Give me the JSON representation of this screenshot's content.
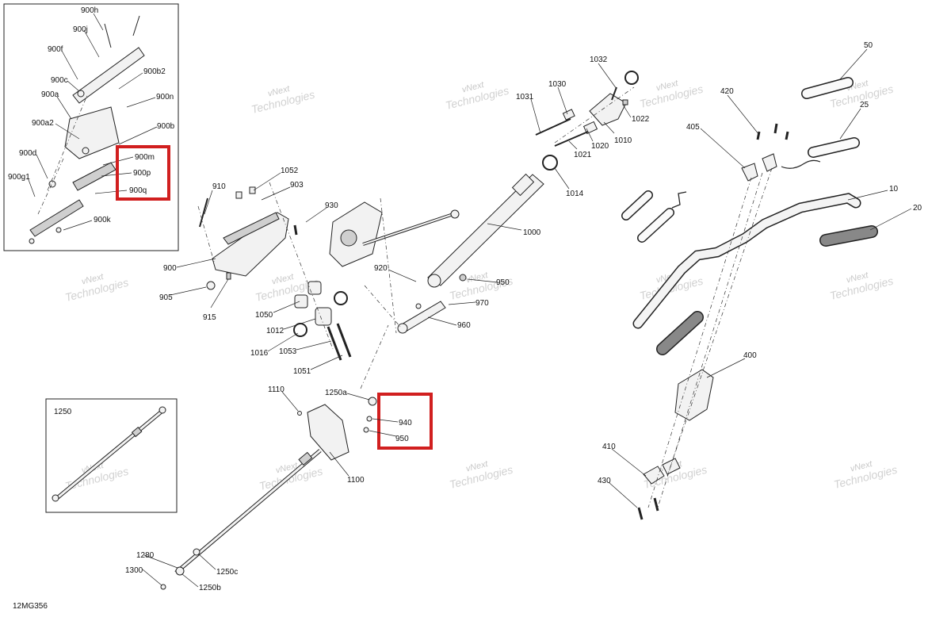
{
  "diagram_code": "12MG356",
  "watermark": {
    "line1": "vNext",
    "line2": "Technologies"
  },
  "highlight_color": "#d11f1f",
  "inset_main": {
    "labels": [
      "900h",
      "900j",
      "900f",
      "900c",
      "900b2",
      "900a",
      "900n",
      "900a2",
      "900b",
      "900d",
      "900m",
      "900p",
      "900q",
      "900g1",
      "900k"
    ]
  },
  "inset_tie_rod": {
    "title": "1250"
  },
  "callouts": {
    "c50": "50",
    "c25": "25",
    "c420": "420",
    "c405": "405",
    "c10": "10",
    "c20": "20",
    "c400": "400",
    "c410": "410",
    "c430": "430",
    "c1032": "1032",
    "c1030": "1030",
    "c1031": "1031",
    "c1022": "1022",
    "c1010": "1010",
    "c1020": "1020",
    "c1021": "1021",
    "c1014": "1014",
    "c1000": "1000",
    "c910": "910",
    "c1052": "1052",
    "c903": "903",
    "c930": "930",
    "c900": "900",
    "c905": "905",
    "c915": "915",
    "c920": "920",
    "c950top": "950",
    "c970": "970",
    "c960": "960",
    "c1050": "1050",
    "c1012": "1012",
    "c1016": "1016",
    "c1053": "1053",
    "c1051": "1051",
    "c1110": "1110",
    "c1250a": "1250a",
    "c940": "940",
    "c950": "950",
    "c1100": "1100",
    "c1280": "1280",
    "c1300": "1300",
    "c1250c": "1250c",
    "c1250b": "1250b"
  }
}
